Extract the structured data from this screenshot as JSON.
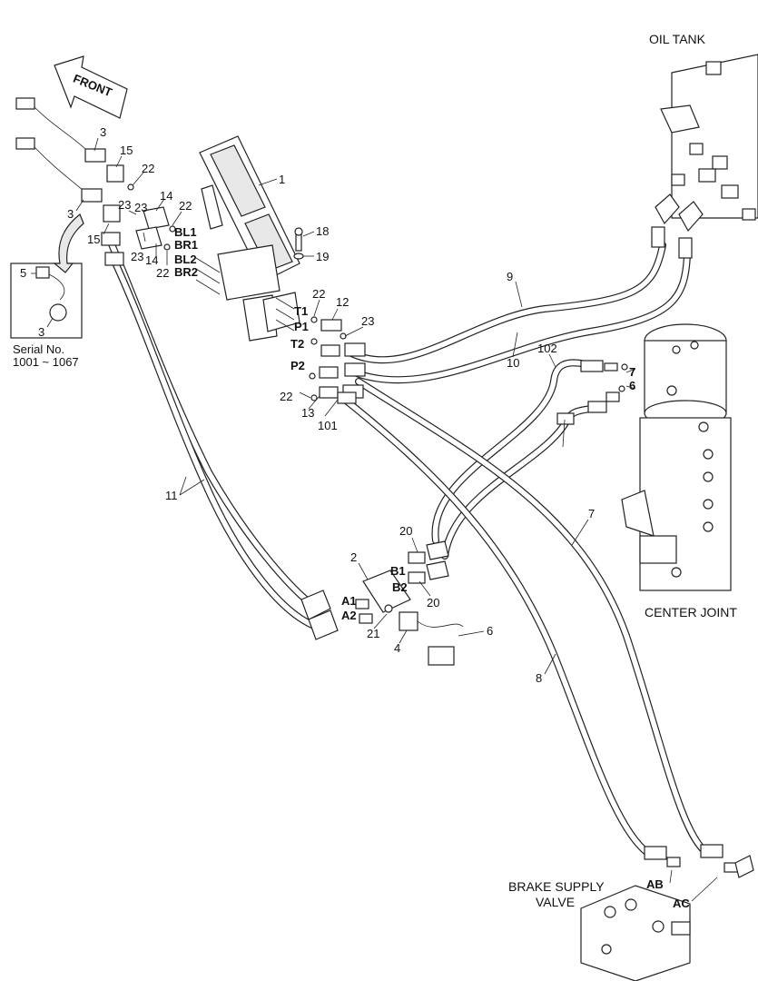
{
  "title": "",
  "front_arrow": "FRONT",
  "components": {
    "oil_tank": "OIL TANK",
    "center_joint": "CENTER JOINT",
    "brake_supply_valve_line1": "BRAKE SUPPLY",
    "brake_supply_valve_line2": "VALVE"
  },
  "inset": {
    "serial_line1": "Serial No.",
    "serial_line2": "1001 ~ 1067",
    "labels": [
      "5",
      "3"
    ]
  },
  "port_labels": [
    "BL1",
    "BR1",
    "BL2",
    "BR2",
    "T1",
    "P1",
    "T2",
    "P2",
    "A1",
    "A2",
    "B1",
    "B2",
    "AB",
    "AC",
    "7",
    "6"
  ],
  "part_numbers": [
    "1",
    "2",
    "3",
    "3",
    "4",
    "6",
    "7",
    "8",
    "9",
    "10",
    "11",
    "12",
    "13",
    "14",
    "14",
    "15",
    "15",
    "18",
    "19",
    "20",
    "20",
    "21",
    "22",
    "22",
    "22",
    "22",
    "22",
    "23",
    "23",
    "23",
    "23",
    "101",
    "102"
  ],
  "colors": {
    "line": "#222222",
    "background": "#ffffff"
  }
}
